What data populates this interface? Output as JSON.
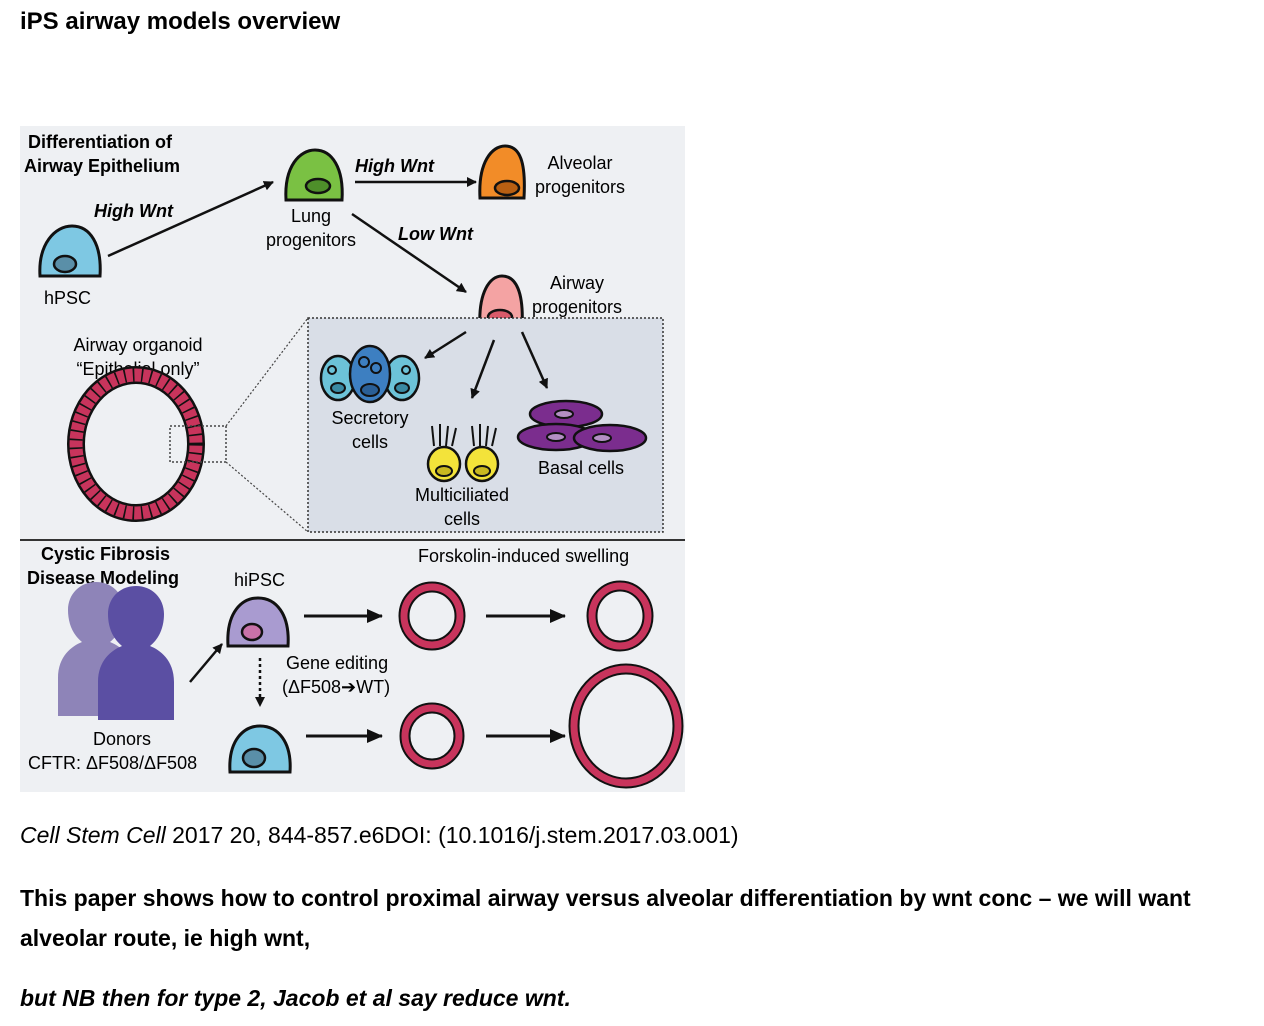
{
  "page": {
    "title": "iPS airway models overview",
    "citation": {
      "journal": "Cell Stem Cell",
      "details": " 2017 20, 844-857.e6DOI: (10.1016/j.stem.2017.03.001)"
    },
    "paragraph_1": "This paper shows how to control proximal airway versus alveolar differentiation by wnt conc – we will want alveolar route, ie high wnt,",
    "paragraph_2": "but NB then for type 2, Jacob et al say reduce wnt."
  },
  "figure": {
    "section_1": {
      "title_line1": "Differentiation of",
      "title_line2": "Airway Epithelium",
      "hpsc_label": "hPSC",
      "high_wnt_1": "High Wnt",
      "lung_line1": "Lung",
      "lung_line2": "progenitors",
      "high_wnt_2": "High Wnt",
      "alveolar_line1": "Alveolar",
      "alveolar_line2": "progenitors",
      "low_wnt": "Low Wnt",
      "airway_line1": "Airway",
      "airway_line2": "progenitors",
      "organoid_line1": "Airway organoid",
      "organoid_line2": "“Epithelial only”",
      "secretory_line1": "Secretory",
      "secretory_line2": "cells",
      "multiciliated_line1": "Multiciliated",
      "multiciliated_line2": "cells",
      "basal_label": "Basal cells"
    },
    "section_2": {
      "title_line1": "Cystic Fibrosis",
      "title_line2": "Disease Modeling",
      "hipsc_label": "hiPSC",
      "fis_label": "Forskolin-induced swelling",
      "gene_editing_line1": "Gene editing",
      "gene_editing_line2": "(ΔF508➔WT)",
      "donors_label": "Donors",
      "cftr_label": "CFTR: ΔF508/ΔF508"
    },
    "colors": {
      "hpsc": "#7ec8e3",
      "lung": "#7ac143",
      "alveolar": "#f28c28",
      "airway": "#f4a3a3",
      "secretory": "#4f9fd1",
      "multiciliated": "#f3e33a",
      "basal": "#7b2d8e",
      "organoid_ring": "#c8345c",
      "hipsc": "#a99bd0",
      "donor_back": "#8e84b8",
      "donor_front": "#5b4fa3",
      "inset_bg": "#d9dee7"
    }
  }
}
